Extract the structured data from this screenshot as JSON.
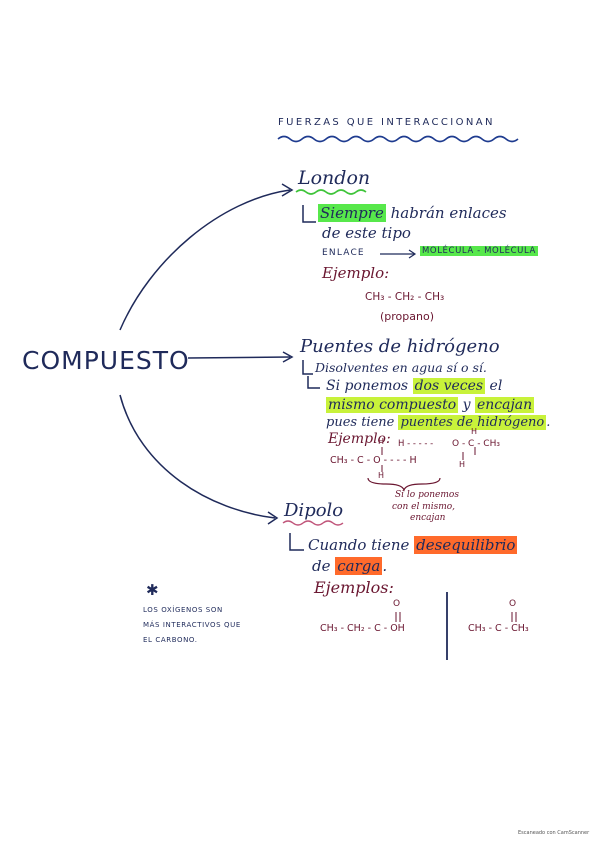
{
  "title": "FUERZAS QUE INTERACCIONAN",
  "center": "COMPUESTO",
  "london": {
    "heading": "London",
    "line1_hl": "Siempre",
    "line1_rest": " habrán enlaces",
    "line2": "de este tipo",
    "enlace_label": "ENLACE",
    "enlace_hl": "MOLÉCULA - MOLÉCULA",
    "ejemplo": "Ejemplo:",
    "formula": "CH₃ - CH₂ - CH₃",
    "formula_name": "(propano)"
  },
  "puentes": {
    "heading": "Puentes de hidrógeno",
    "line1": "Disolventes en agua sí o sí.",
    "line2_a": "Si ponemos ",
    "line2_hl": "dos veces",
    "line2_b": " el",
    "line3_hl1": "mismo compuesto",
    "line3_mid": " y ",
    "line3_hl2": "encajan",
    "line4_a": "pues tiene ",
    "line4_hl": "puentes de hidrógeno",
    "line4_b": ".",
    "ejemplo": "Ejemplo:",
    "struct_h_top1": "H",
    "struct_h_top2": "H",
    "struct_h_bottom": "H",
    "struct_h_right": "H",
    "struct_left": "CH₃ - C - O - - - - H",
    "struct_right": "O - C - CH₃",
    "struct_dots": "H - - - - -",
    "note_line1": "Si lo ponemos",
    "note_line2": "con el mismo,",
    "note_line3": "encajan"
  },
  "dipolo": {
    "heading": "Dipolo",
    "line1_a": "Cuando tiene ",
    "line1_hl": "desequilibrio",
    "line2_a": "de ",
    "line2_hl": "carga",
    "line2_b": ".",
    "ejemplos": "Ejemplos:",
    "formula1": "CH₃ - CH₂ - C - OH",
    "formula2": "CH₃ - C - CH₃",
    "oxygen": "O"
  },
  "note": {
    "star": "✱",
    "line1": "LOS OXÍGENOS SON",
    "line2": "MÁS INTERACTIVOS QUE",
    "line3": "EL CARBONO."
  },
  "footer": "Escaneado con CamScanner",
  "colors": {
    "ink_navy": "#1f2a5a",
    "ink_maroon": "#6a1630",
    "highlight_green": "#57e84b",
    "highlight_lime": "#c8f23a",
    "highlight_orange": "#ff6a2b",
    "underline_green": "#3fc43a",
    "underline_blue": "#1e3b8f"
  }
}
